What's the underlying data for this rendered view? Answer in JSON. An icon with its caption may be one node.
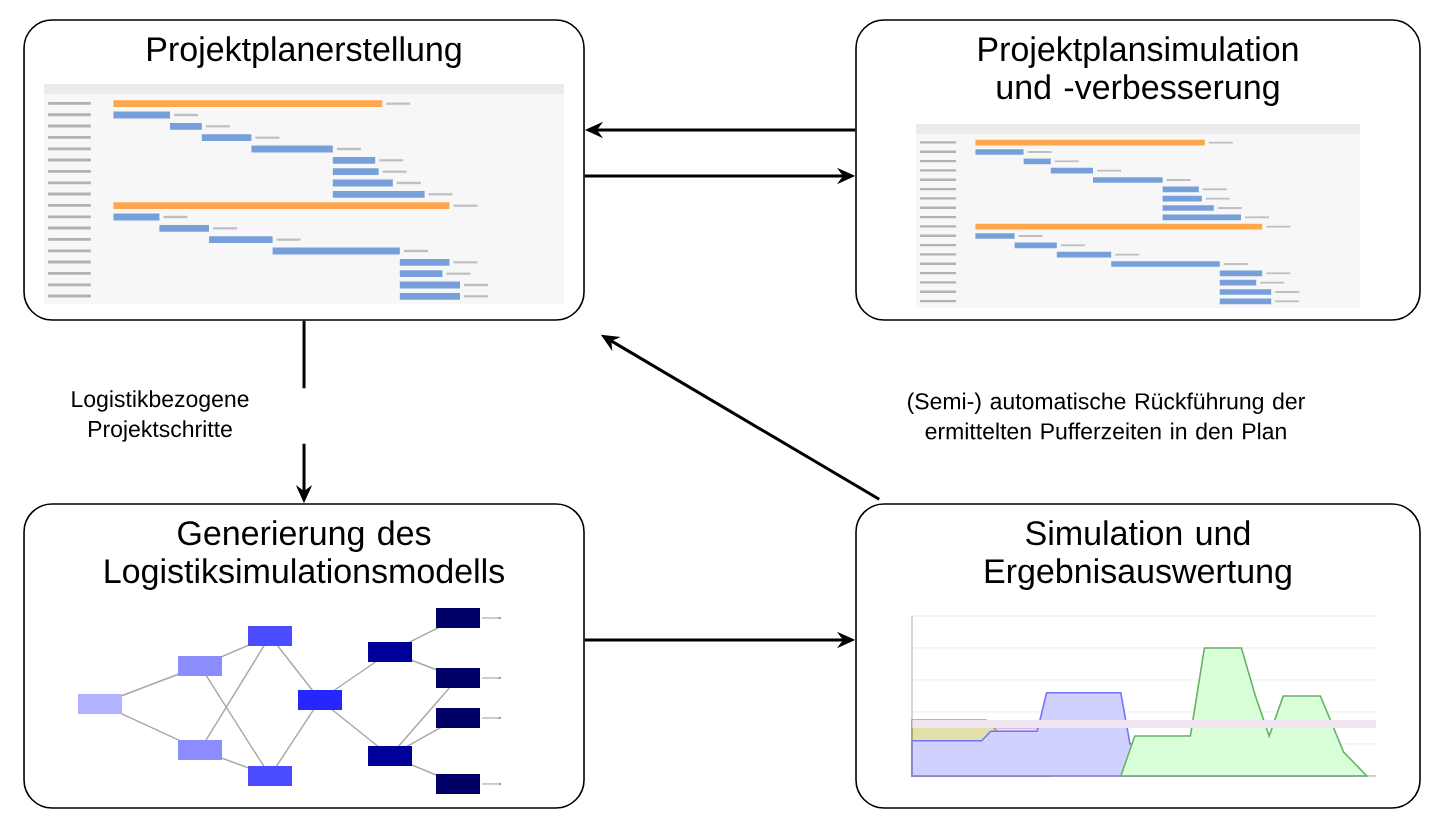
{
  "diagram": {
    "nodes": [
      {
        "text": [
          "Projektplanerstellung"
        ]
      },
      {
        "text": [
          "Projektplansimulation und -verbesserung"
        ]
      },
      {
        "text": [
          "Generierung des Logistiksimulationsmodells"
        ]
      },
      {
        "text": [
          "Simulation und Ergebnisauswertung"
        ]
      }
    ],
    "edges": [
      {
        "from": 1,
        "to": 0,
        "arrow": "to"
      },
      {
        "from": 0,
        "to": 1,
        "arrow": "to"
      },
      {
        "from": 0,
        "to": 2,
        "arrow": "to",
        "label": "Logistikbezogene Projektschritte"
      },
      {
        "from": 3,
        "to": 0,
        "arrow": "to",
        "label": "(Semi-) automatische Rückführung der ermittelten Pufferzeiten in den Plan"
      },
      {
        "from": 2,
        "to": 3,
        "arrow": "to"
      }
    ]
  }
}
